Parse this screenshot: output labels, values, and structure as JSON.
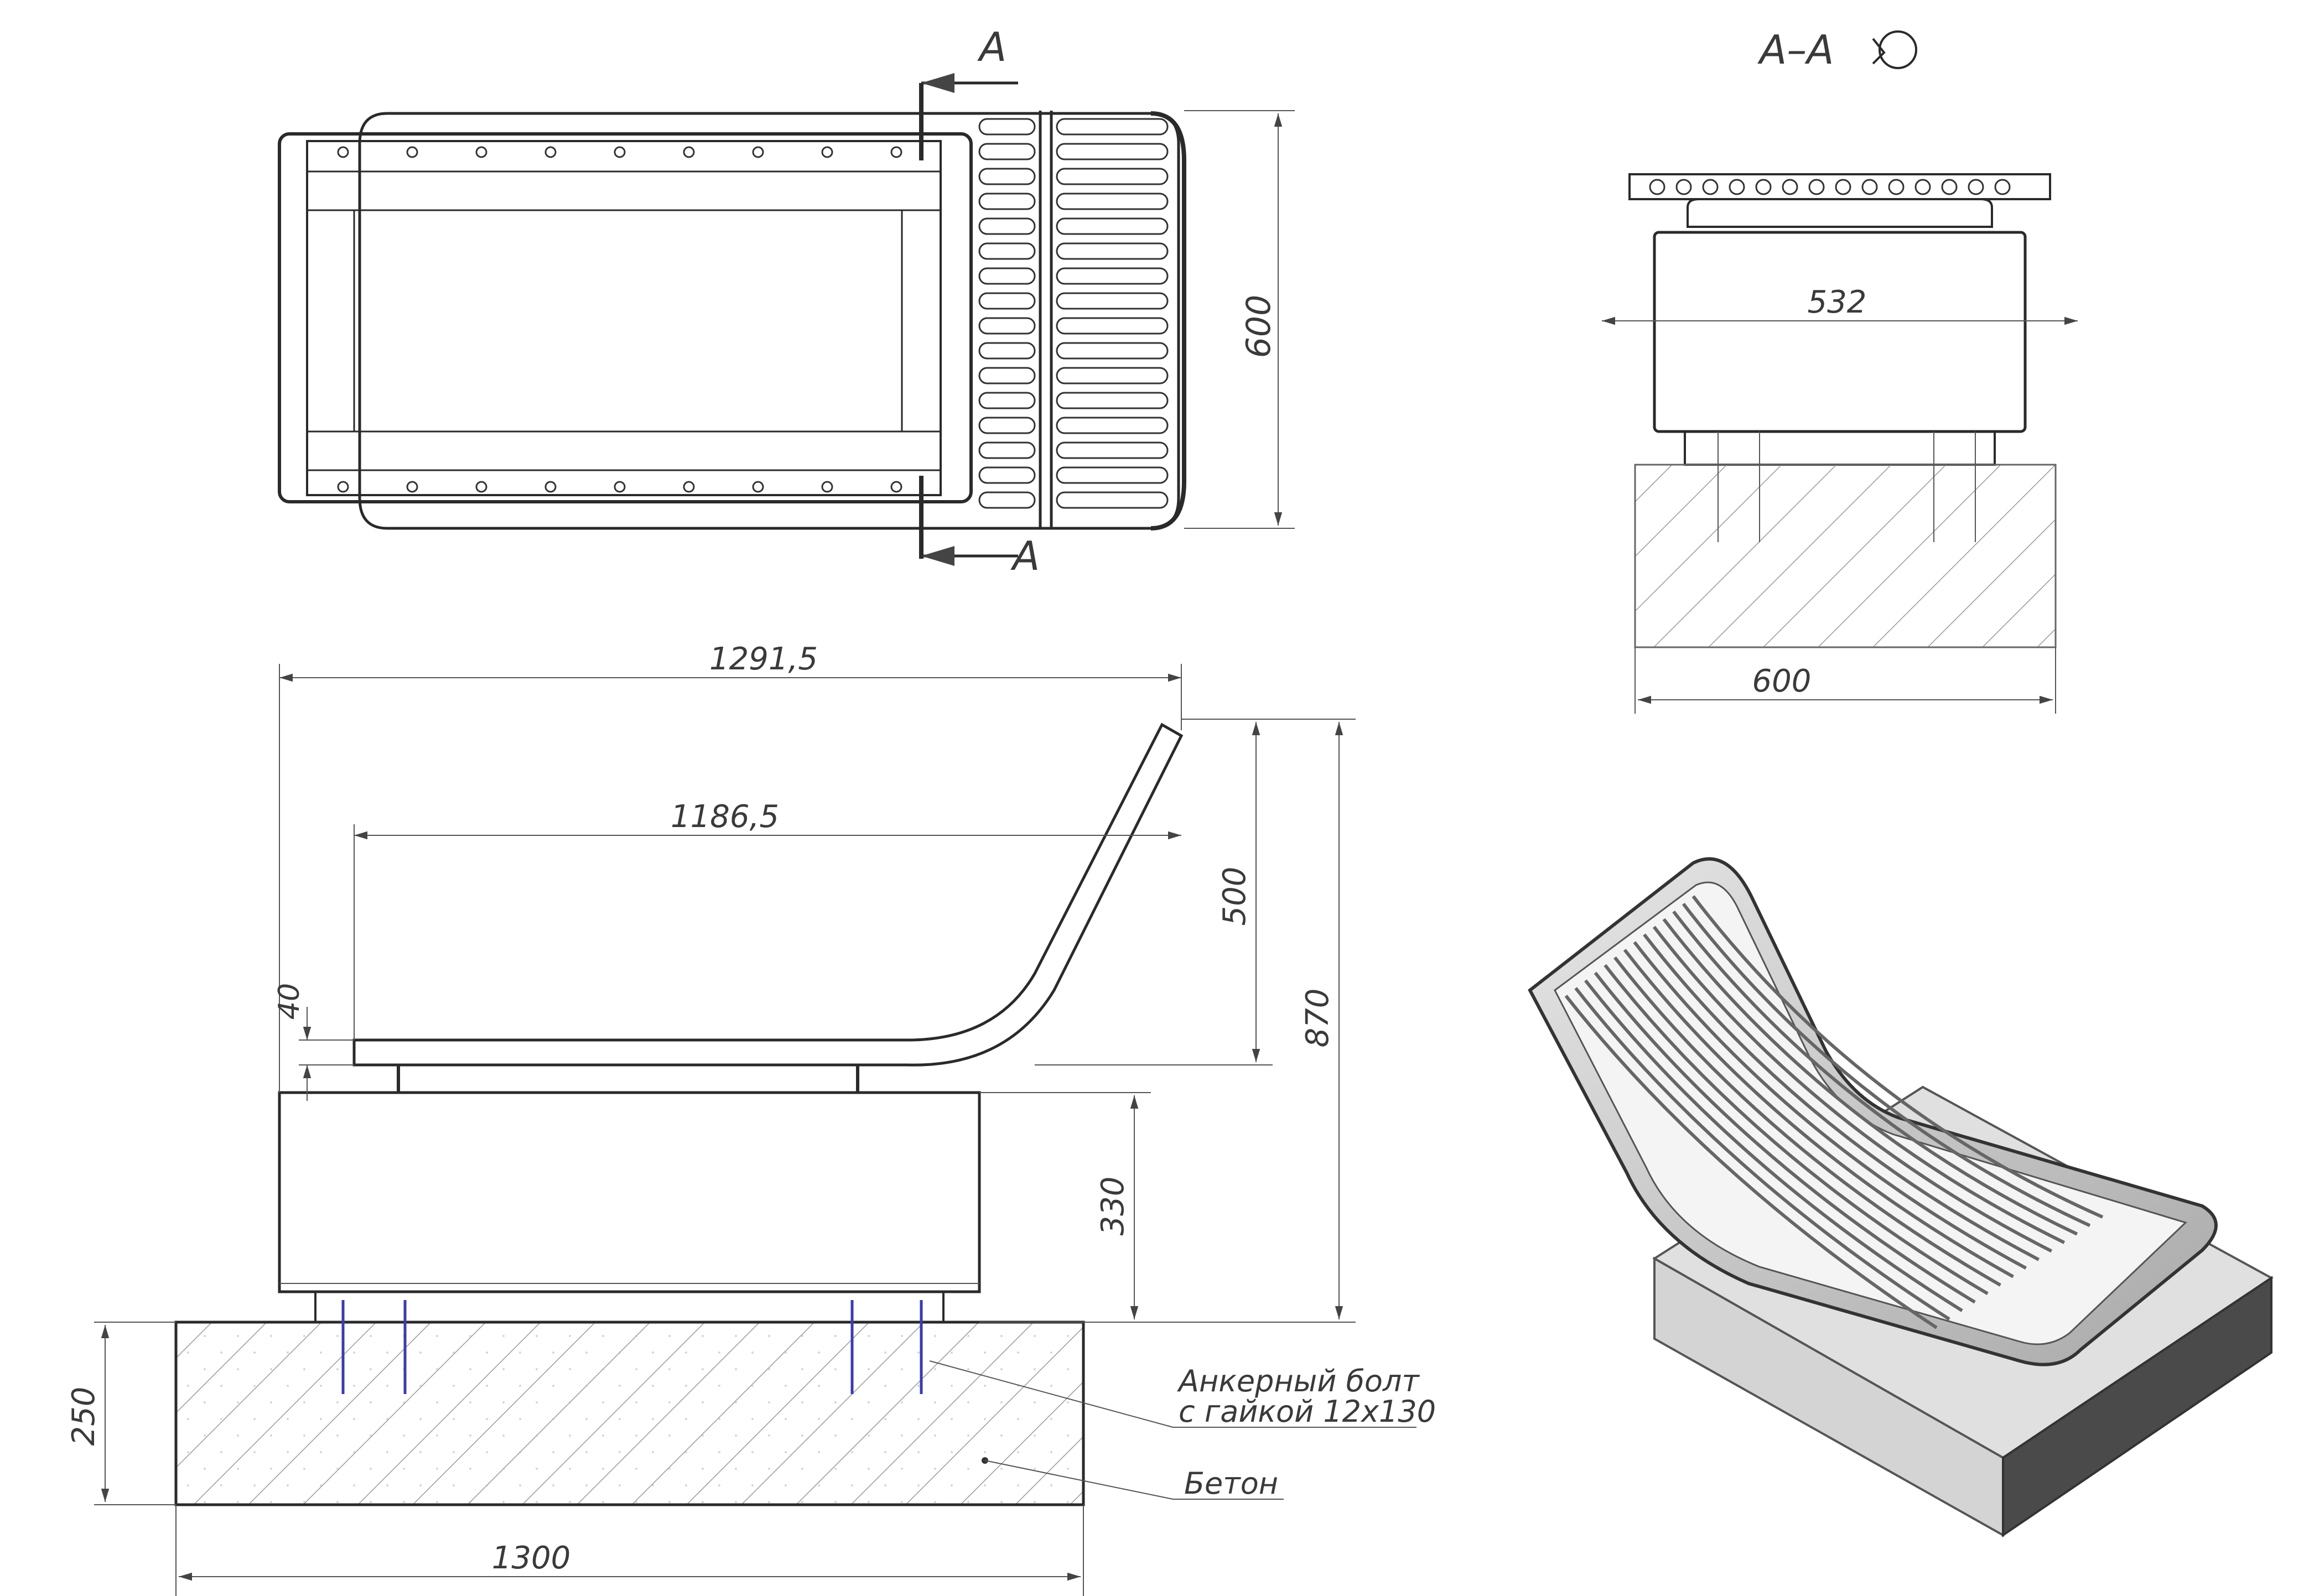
{
  "section": {
    "label": "A–A",
    "rotation_symbol": "rotate-view-icon",
    "cut_marker_top": "A",
    "cut_marker_bottom": "A"
  },
  "dimensions": {
    "top_view_width": "600",
    "overall_length": "1291,5",
    "seat_length": "1186,5",
    "back_height": "500",
    "total_height": "870",
    "seat_thickness": "40",
    "base_height": "330",
    "foundation_depth": "250",
    "foundation_length": "1300",
    "section_inner_width": "532",
    "section_foundation_width": "600"
  },
  "callouts": {
    "anchor_bolt_line1": "Анкерный болт",
    "anchor_bolt_line2": "с гайкой 12х130",
    "concrete": "Бетон"
  },
  "colors": {
    "line": "#2a2a2a",
    "hatch": "#9a9a9a",
    "bolt": "#3b3bb0",
    "metal": "#c8c8c8",
    "concrete_block_light": "#dcdcdc",
    "concrete_block_dark": "#555555"
  }
}
